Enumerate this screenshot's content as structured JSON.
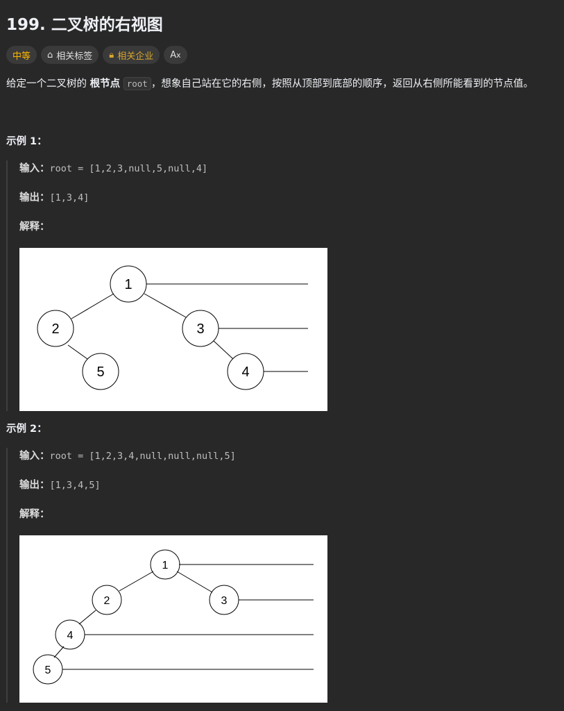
{
  "title": "199. 二叉树的右视图",
  "tags": {
    "difficulty": "中等",
    "topics": "相关标签",
    "companies": "相关企业",
    "font": "Aあ"
  },
  "description": {
    "pre": "给定一个二叉树的 ",
    "bold": "根节点",
    "code": "root",
    "post": "，想象自己站在它的右侧，按照从顶部到底部的顺序，返回从右侧所能看到的节点值。"
  },
  "labels": {
    "input": "输入：",
    "output": "输出：",
    "explain": "解释："
  },
  "examples": [
    {
      "title": "示例 1：",
      "input": "root = [1,2,3,null,5,null,4]",
      "output": "[1,3,4]",
      "nodes": [
        "1",
        "2",
        "3",
        "5",
        "4"
      ]
    },
    {
      "title": "示例 2：",
      "input": "root = [1,2,3,4,null,null,null,5]",
      "output": "[1,3,4,5]",
      "nodes": [
        "1",
        "2",
        "3",
        "4",
        "5"
      ]
    }
  ]
}
